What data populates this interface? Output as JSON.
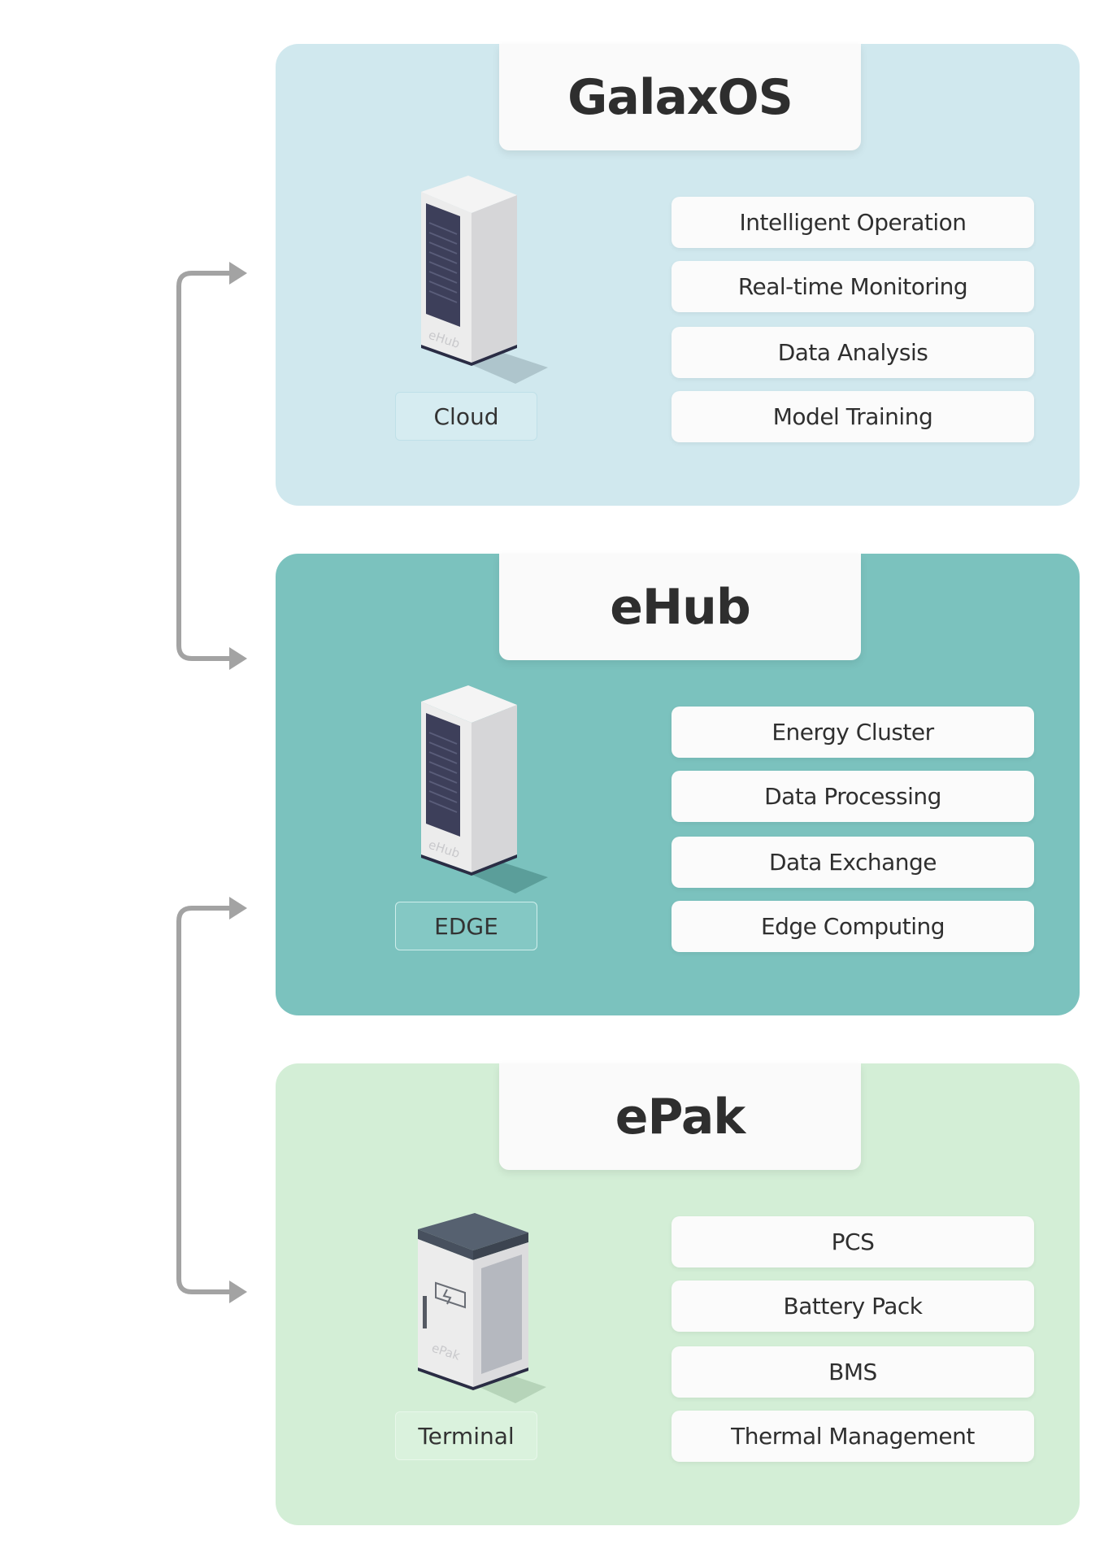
{
  "tiers": [
    {
      "title": "GalaxOS",
      "level_label": "Cloud",
      "device_icon": "server-tower-icon",
      "device_text": "eHub",
      "features": [
        "Intelligent Operation",
        "Real-time Monitoring",
        "Data Analysis",
        "Model Training"
      ]
    },
    {
      "title": "eHub",
      "level_label": "EDGE",
      "device_icon": "server-tower-icon",
      "device_text": "eHub",
      "features": [
        "Energy Cluster",
        "Data Processing",
        "Data Exchange",
        "Edge Computing"
      ]
    },
    {
      "title": "ePak",
      "level_label": "Terminal",
      "device_icon": "battery-cabinet-icon",
      "device_text": "ePak",
      "features": [
        "PCS",
        "Battery Pack",
        "BMS",
        "Thermal Management"
      ]
    }
  ],
  "colors": {
    "cloud_panel": "#d0e8ee",
    "edge_panel": "#7bc2be",
    "terminal_panel": "#d3eed6",
    "arrow": "#a3a3a3"
  }
}
